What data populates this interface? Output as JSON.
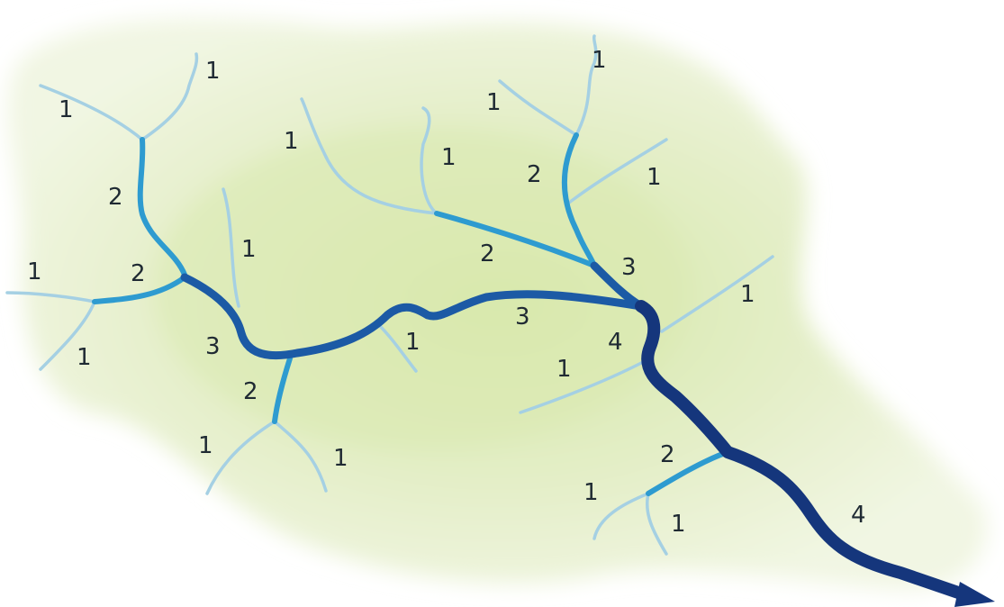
{
  "diagram": {
    "type": "stream-order-diagram",
    "colors": {
      "background": "#ffffff",
      "basin_outer": "#eef4da",
      "basin_mid": "#e4eec7",
      "basin_inner": "#d9e8b0",
      "order_1": "#9ccbe0",
      "order_2": "#2f9bd0",
      "order_3": "#1f5ea8",
      "order_4": "#16377d",
      "label": "#1f2a33"
    },
    "labels": [
      "1",
      "1",
      "1",
      "1",
      "1",
      "1",
      "1",
      "1",
      "1",
      "1",
      "1",
      "1",
      "1",
      "1",
      "1",
      "1",
      "1",
      "2",
      "2",
      "2",
      "2",
      "2",
      "2",
      "3",
      "3",
      "3",
      "4",
      "4"
    ]
  }
}
